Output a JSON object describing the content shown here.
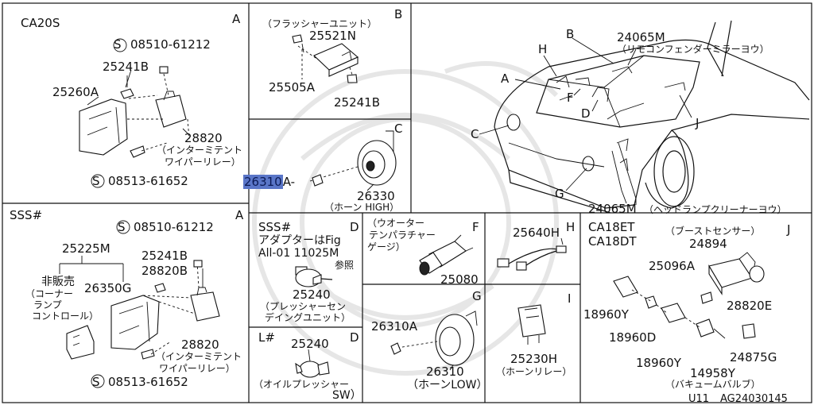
{
  "panels": {
    "A1": {
      "title": "CA20S",
      "letter": "A",
      "bolt_top": "08510-61212",
      "clip": "25241B",
      "bracket": "25260A",
      "relay": "28820",
      "relay_note_1": "（インターミテント",
      "relay_note_2": "ワイパーリレー）",
      "bolt_bottom": "08513-61652"
    },
    "B": {
      "letter": "B",
      "flasher_note": "（フラッシャーユニット）",
      "flasher": "25521N",
      "screw": "25505A",
      "clip": "25241B"
    },
    "C": {
      "letter": "C",
      "bolt": "26310A-",
      "horn": "26330",
      "horn_note": "（ホーン HIGH）"
    },
    "A2": {
      "title": "SSS#",
      "letter": "A",
      "bolt_top": "08510-61212",
      "bracket": "25225M",
      "clip": "25241B",
      "clip2": "26350G",
      "relay_b": "28820B",
      "unsold": "非販売",
      "unsold_note_1": "（コーナー",
      "unsold_note_2": "ランプ",
      "unsold_note_3": "コントロール）",
      "relay": "28820",
      "relay_note_1": "（インターミテント",
      "relay_note_2": "ワイパーリレー）",
      "bolt_bottom": "08513-61652"
    },
    "D1": {
      "title": "SSS#",
      "letter": "D",
      "note_1": "アダプターはFig",
      "note_2": "All-01 11025M",
      "note_3": "参照",
      "part": "25240",
      "part_note_1": "（プレッシャーセン",
      "part_note_2": "デイングユニット）"
    },
    "D2": {
      "title": "L#",
      "letter": "D",
      "part": "25240",
      "part_note_1": "（オイルプレッシャー",
      "part_note_2": "SW）"
    },
    "F": {
      "letter": "F",
      "note_1": "（ウオーター",
      "note_2": "テンパラチャー",
      "note_3": "ゲージ）",
      "part": "25080"
    },
    "H": {
      "letter": "H",
      "part": "25640H"
    },
    "G": {
      "letter": "G",
      "bolt": "26310A",
      "horn": "26310",
      "horn_note": "（ホーンLOW）"
    },
    "I": {
      "letter": "I",
      "part": "25230H",
      "part_note": "（ホーンリレー）"
    },
    "J": {
      "title_1": "CA18ET",
      "title_2": "CA18DT",
      "letter": "J",
      "sensor_note": "（ブーストセンサー）",
      "sensor": "24894",
      "bolt": "25096A",
      "relay": "28820E",
      "hose_1": "18960Y",
      "hose_2": "18960D",
      "hose_3": "18960Y",
      "valve": "14958Y",
      "valve_note": "（バキュームバルブ）",
      "cap": "24875G"
    },
    "car": {
      "top_part": "24065M",
      "top_note": "（リモコンフェンダーミラーヨウ）",
      "bottom_part": "24065M",
      "bottom_note": "（ヘッドランプクリーナーヨウ）",
      "labels": [
        "A",
        "B",
        "C",
        "D",
        "F",
        "G",
        "H",
        "J"
      ]
    }
  },
  "footer": {
    "code_1": "U11",
    "code_2": "AG24030145"
  }
}
